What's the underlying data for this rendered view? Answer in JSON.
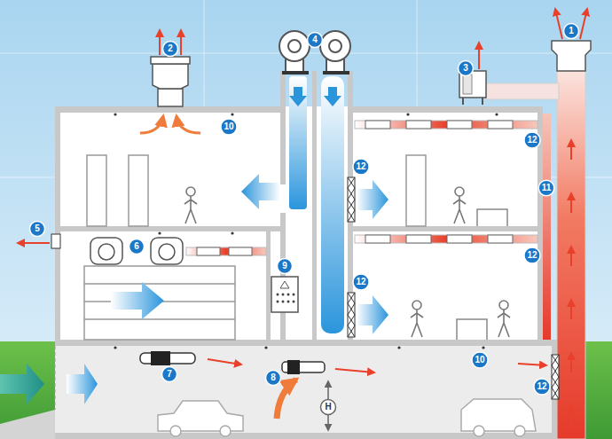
{
  "diagram": {
    "labels": [
      "1",
      "4",
      "2",
      "3",
      "10",
      "12",
      "11",
      "12",
      "6",
      "5",
      "12",
      "9",
      "12",
      "7",
      "8",
      "10",
      "12",
      "H"
    ]
  }
}
